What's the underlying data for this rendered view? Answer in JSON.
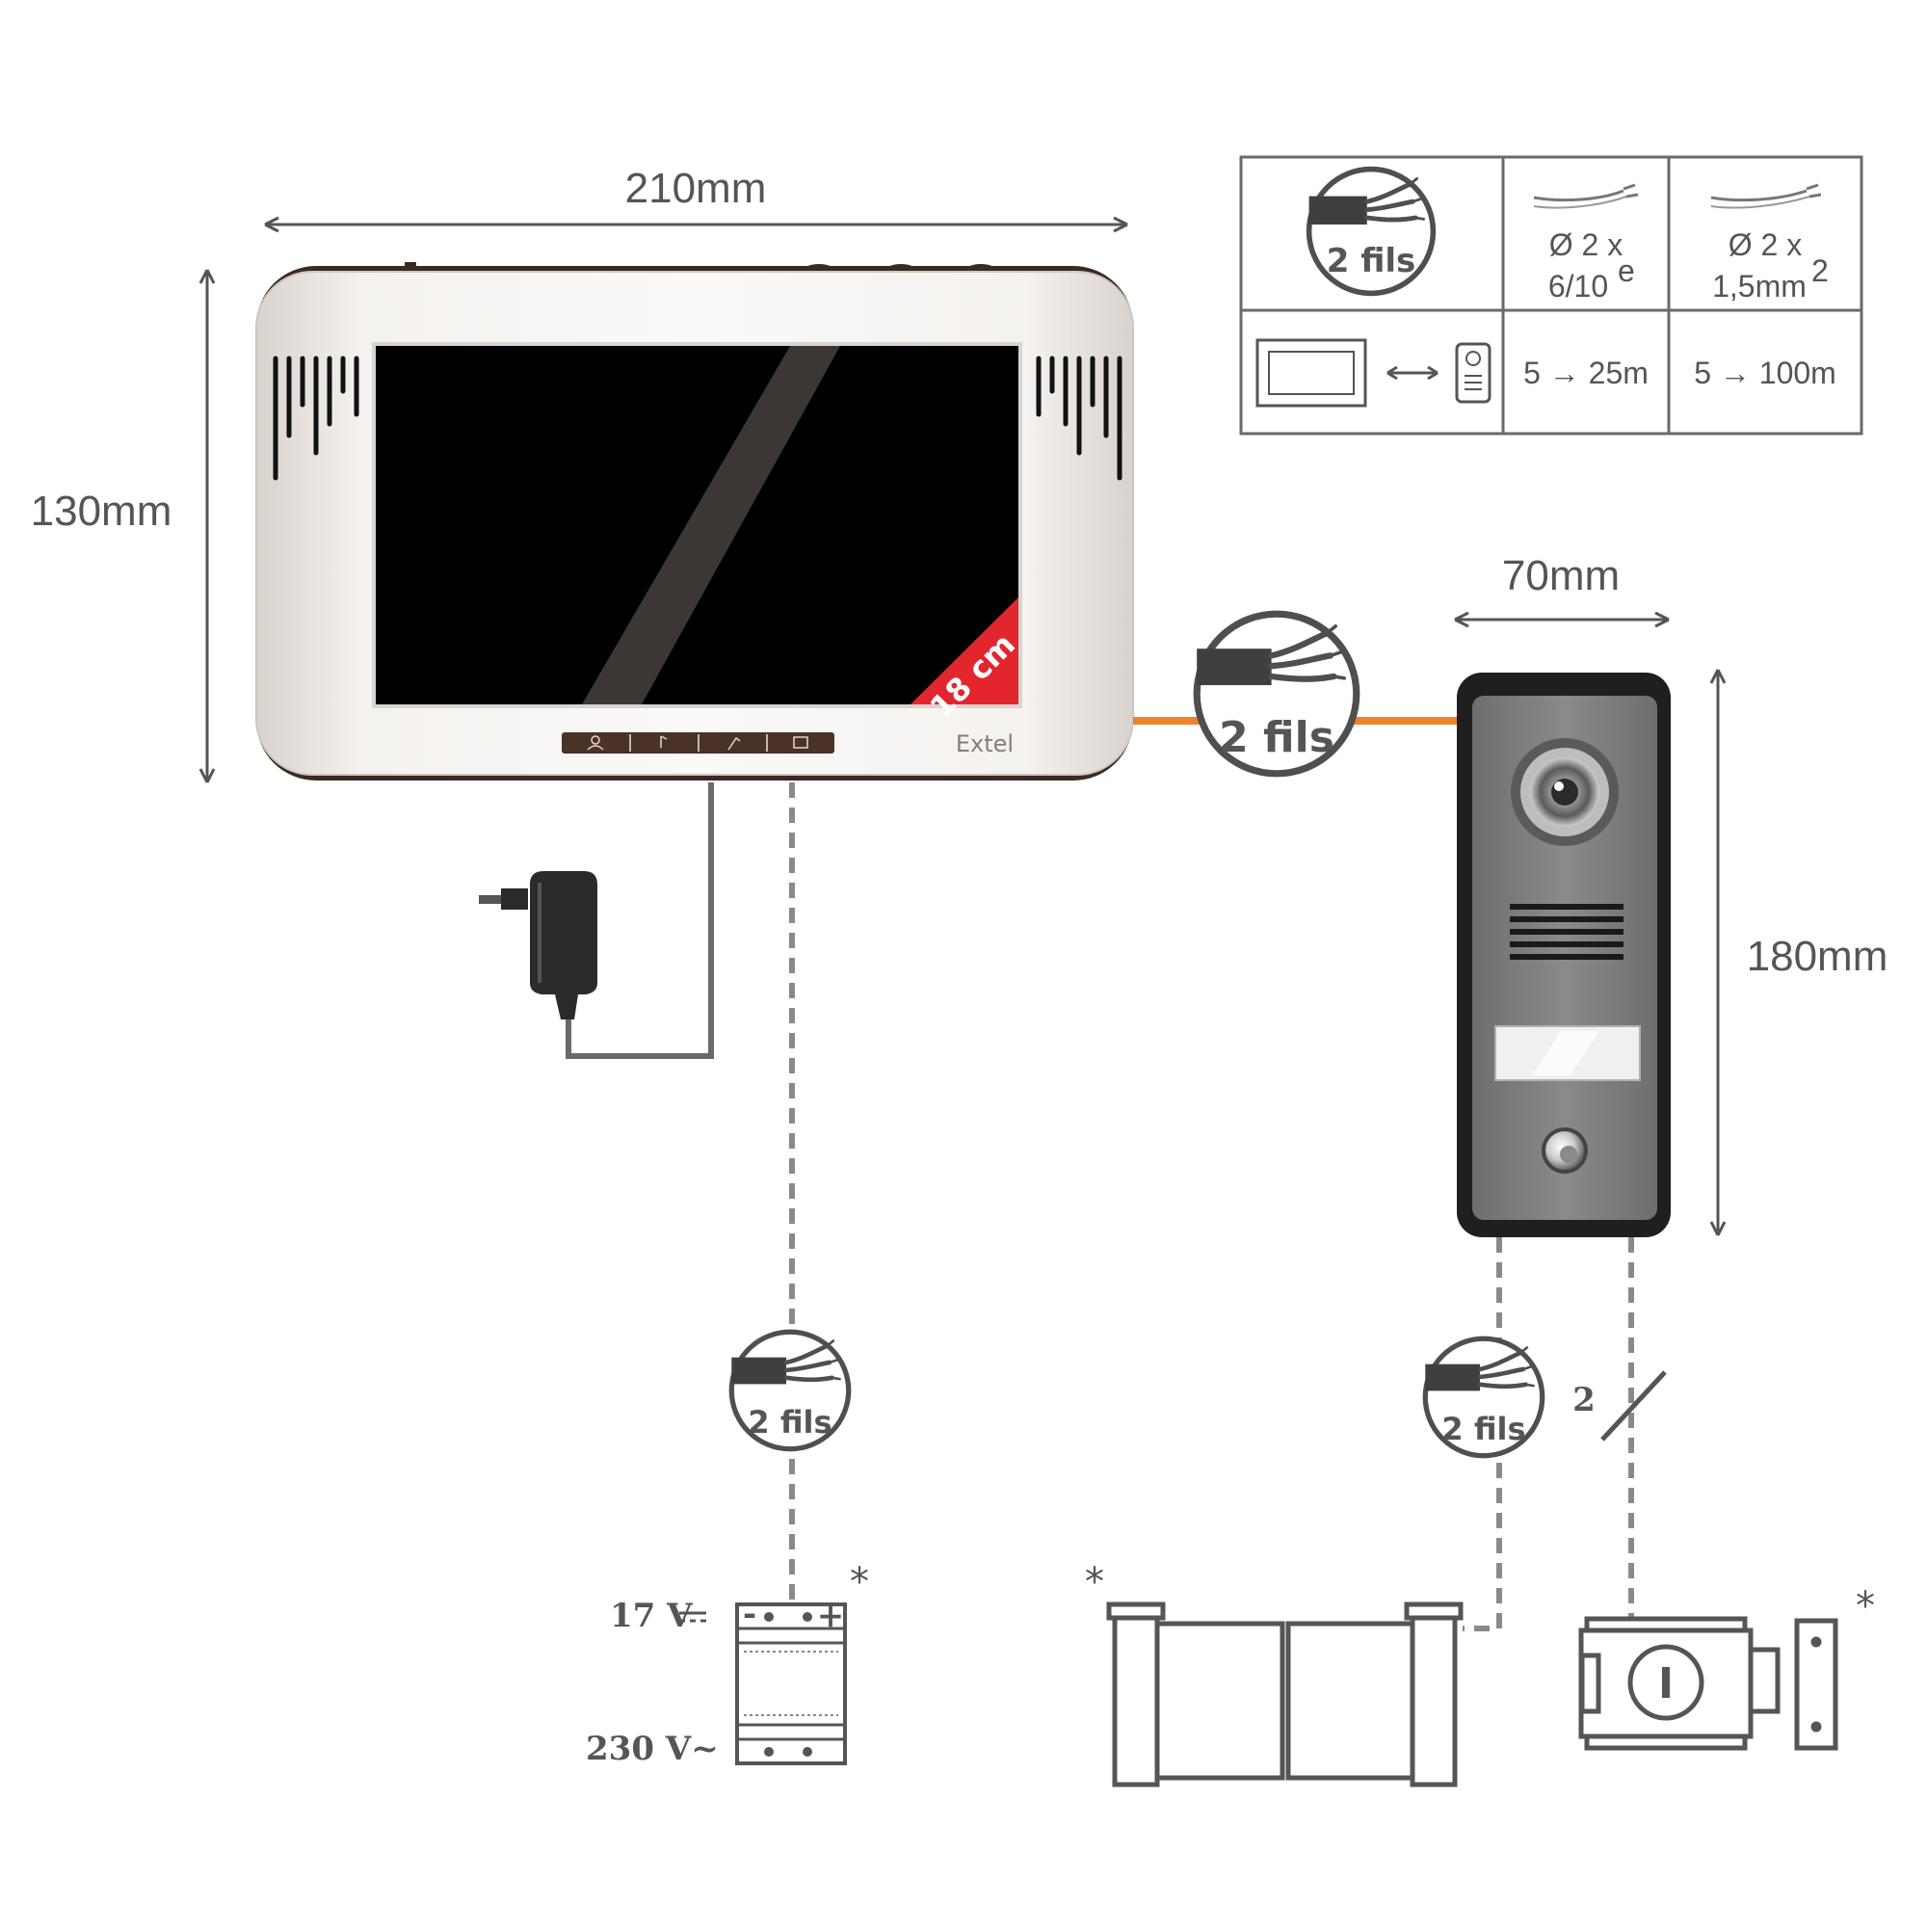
{
  "dimensions": {
    "monitor_width": "210mm",
    "monitor_height": "130mm",
    "doorbell_width": "70mm",
    "doorbell_height": "180mm"
  },
  "monitor": {
    "screen_badge": "18 cm",
    "brand": "Extel"
  },
  "wire_badges": {
    "label": "2 fils"
  },
  "cable_table": {
    "col1": {
      "line1": "Ø 2 x",
      "line2": "6/10",
      "line2_sup": "e",
      "distance": "5 → 25m"
    },
    "col2": {
      "line1": "Ø 2 x",
      "line2": "1,5mm",
      "line2_sup": "2",
      "distance": "5 → 100m"
    }
  },
  "power_supply": {
    "output_voltage": "17 V",
    "input_voltage": "230 V~",
    "terminals": [
      "-",
      "+"
    ]
  },
  "lock_link": {
    "wire_count": "2"
  },
  "optional_marker": "*",
  "colors": {
    "line_gray": "#555555",
    "cable_orange": "#f0822d",
    "badge_red": "#e3262e",
    "monitor_frame": "#ece8e4",
    "doorbell_panel": "#7b7b7b"
  }
}
